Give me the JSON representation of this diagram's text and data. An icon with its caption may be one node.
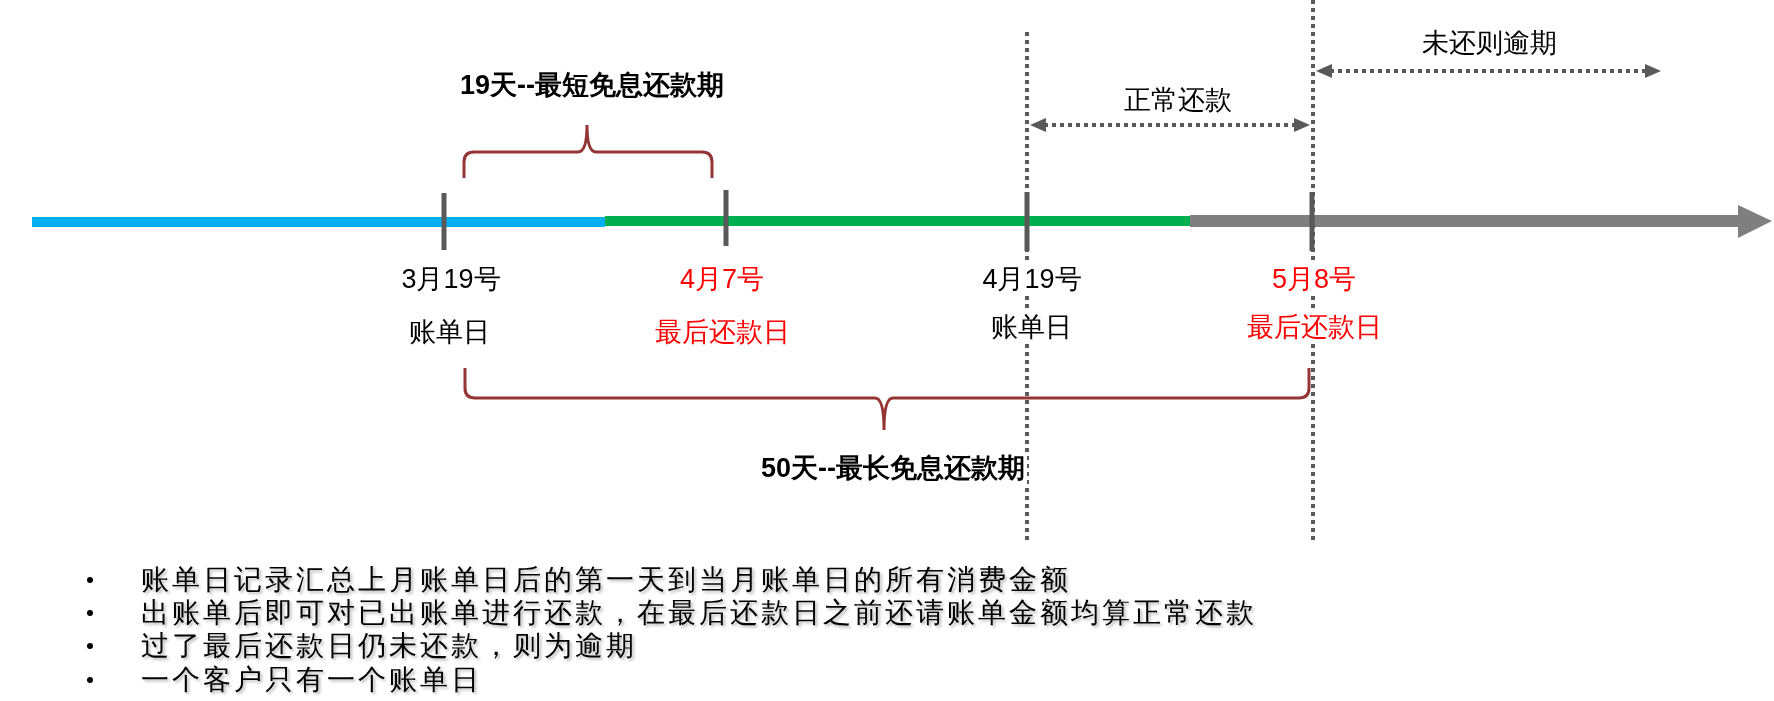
{
  "diagram": {
    "labels": [
      "未还则逾期",
      "19天--最短免息还款期",
      "正常还款",
      "3月19号",
      "4月7号",
      "4月19号",
      "5月8号",
      "账单日",
      "最后还款日",
      "账单日",
      "最后还款日",
      "50天--最长免息还款期",
      "账单日记录汇总上月账单日后的第一天到当月账单日的所有消费金额",
      "出账单后即可对已出账单进行还款，在最后还款日之前还请账单金额均算正常还款",
      "过了最后还款日仍未还款，则为逾期",
      "一个客户只有一个账单日"
    ]
  }
}
